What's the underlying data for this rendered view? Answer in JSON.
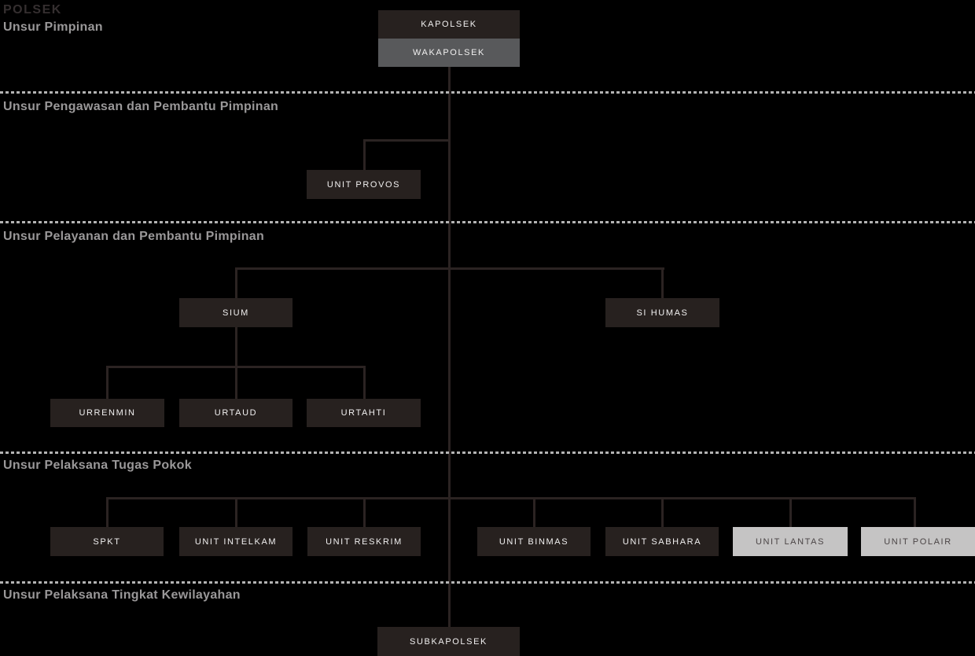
{
  "title": "POLSEK",
  "colors": {
    "background": "#000000",
    "box_dark": "#27211f",
    "box_gray": "#58595b",
    "box_light": "#c5c4c4",
    "box_text_light": "#f1f0f0",
    "box_text_dark": "#4b4546",
    "connector_line": "#2b2322",
    "section_label": "#9a9899",
    "title_text": "#352f30",
    "dashed_divider": "#b3b3b3"
  },
  "sections": [
    {
      "label": "Unsur Pimpinan"
    },
    {
      "label": "Unsur Pengawasan dan Pembantu Pimpinan"
    },
    {
      "label": "Unsur Pelayanan dan Pembantu Pimpinan"
    },
    {
      "label": "Unsur Pelaksana Tugas Pokok"
    },
    {
      "label": "Unsur Pelaksana Tingkat Kewilayahan"
    }
  ],
  "nodes": {
    "kapolsek": {
      "label": "KAPOLSEK",
      "variant": "dark"
    },
    "wakapolsek": {
      "label": "WAKAPOLSEK",
      "variant": "gray"
    },
    "unit_provos": {
      "label": "UNIT PROVOS",
      "variant": "dark"
    },
    "sium": {
      "label": "SIUM",
      "variant": "dark"
    },
    "si_humas": {
      "label": "SI HUMAS",
      "variant": "dark"
    },
    "urrenmin": {
      "label": "URRENMIN",
      "variant": "dark"
    },
    "urtaud": {
      "label": "URTAUD",
      "variant": "dark"
    },
    "urtahti": {
      "label": "URTAHTI",
      "variant": "dark"
    },
    "spkt": {
      "label": "SPKT",
      "variant": "dark"
    },
    "unit_intelkam": {
      "label": "UNIT INTELKAM",
      "variant": "dark"
    },
    "unit_reskrim": {
      "label": "UNIT RESKRIM",
      "variant": "dark"
    },
    "unit_binmas": {
      "label": "UNIT BINMAS",
      "variant": "dark"
    },
    "unit_sabhara": {
      "label": "UNIT SABHARA",
      "variant": "dark"
    },
    "unit_lantas": {
      "label": "UNIT LANTAS",
      "variant": "light"
    },
    "unit_polair": {
      "label": "UNIT POLAIR",
      "variant": "light"
    },
    "subkapolsek": {
      "label": "SUBKAPOLSEK",
      "variant": "dark"
    }
  }
}
